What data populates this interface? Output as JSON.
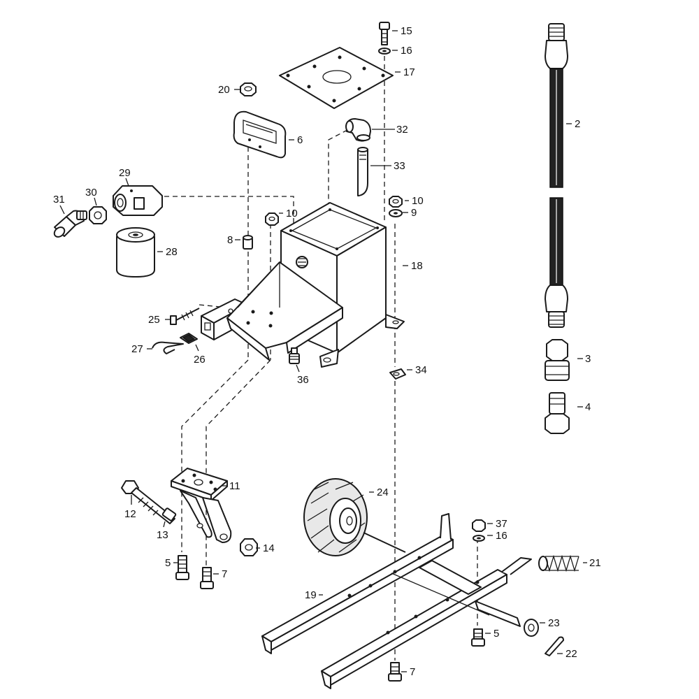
{
  "diagram": {
    "callouts": [
      {
        "id": "c15",
        "label": "15"
      },
      {
        "id": "c16a",
        "label": "16"
      },
      {
        "id": "c17",
        "label": "17"
      },
      {
        "id": "c2",
        "label": "2"
      },
      {
        "id": "c20",
        "label": "20"
      },
      {
        "id": "c6",
        "label": "6"
      },
      {
        "id": "c32",
        "label": "32"
      },
      {
        "id": "c33",
        "label": "33"
      },
      {
        "id": "c29",
        "label": "29"
      },
      {
        "id": "c31",
        "label": "31"
      },
      {
        "id": "c30",
        "label": "30"
      },
      {
        "id": "c10a",
        "label": "10"
      },
      {
        "id": "c9",
        "label": "9"
      },
      {
        "id": "c10b",
        "label": "10"
      },
      {
        "id": "c28",
        "label": "28"
      },
      {
        "id": "c8",
        "label": "8"
      },
      {
        "id": "c18",
        "label": "18"
      },
      {
        "id": "c25",
        "label": "25"
      },
      {
        "id": "c27",
        "label": "27"
      },
      {
        "id": "c26",
        "label": "26"
      },
      {
        "id": "c36",
        "label": "36"
      },
      {
        "id": "c3",
        "label": "3"
      },
      {
        "id": "c34",
        "label": "34"
      },
      {
        "id": "c4",
        "label": "4"
      },
      {
        "id": "c11",
        "label": "11"
      },
      {
        "id": "c24",
        "label": "24"
      },
      {
        "id": "c12",
        "label": "12"
      },
      {
        "id": "c13",
        "label": "13"
      },
      {
        "id": "c37",
        "label": "37"
      },
      {
        "id": "c16b",
        "label": "16"
      },
      {
        "id": "c14",
        "label": "14"
      },
      {
        "id": "c5a",
        "label": "5"
      },
      {
        "id": "c21",
        "label": "21"
      },
      {
        "id": "c7a",
        "label": "7"
      },
      {
        "id": "c19",
        "label": "19"
      },
      {
        "id": "c23",
        "label": "23"
      },
      {
        "id": "c5b",
        "label": "5"
      },
      {
        "id": "c22",
        "label": "22"
      },
      {
        "id": "c7b",
        "label": "7"
      }
    ]
  }
}
